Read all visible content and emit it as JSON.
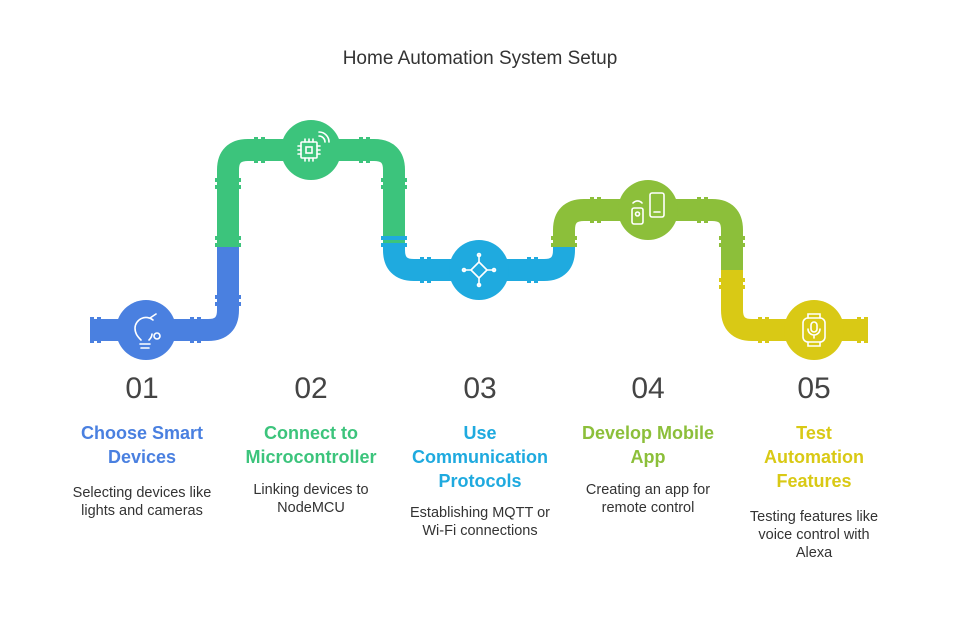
{
  "title": "Home Automation System Setup",
  "colors": {
    "step1": "#4a80e0",
    "step2": "#3cc47c",
    "step3": "#1faadf",
    "step4": "#8cbf3a",
    "step5": "#d9c915"
  },
  "steps": [
    {
      "number": "01",
      "title": "Choose Smart Devices",
      "description": "Selecting devices like lights and cameras",
      "icon": "lightbulb-gear-icon"
    },
    {
      "number": "02",
      "title": "Connect to Microcontroller",
      "description": "Linking devices to NodeMCU",
      "icon": "microchip-wifi-icon"
    },
    {
      "number": "03",
      "title": "Use Communication Protocols",
      "description": "Establishing MQTT or Wi-Fi connections",
      "icon": "network-hub-icon"
    },
    {
      "number": "04",
      "title": "Develop Mobile App",
      "description": "Creating an app for remote control",
      "icon": "smartphone-remote-icon"
    },
    {
      "number": "05",
      "title": "Test Automation Features",
      "description": "Testing features like voice control with Alexa",
      "icon": "smartwatch-mic-icon"
    }
  ]
}
